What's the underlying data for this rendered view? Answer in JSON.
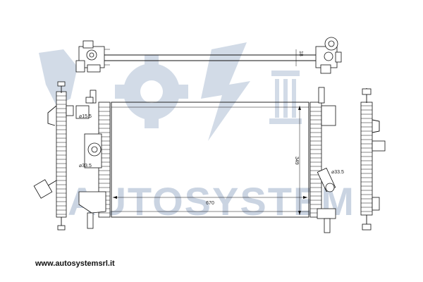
{
  "watermark": {
    "text": "AUTOSYSTEM",
    "color": "#b9c6d9"
  },
  "website": "www.autosystemsrl.it",
  "dimensions": {
    "width": "670",
    "height": "349",
    "top_gap": "18",
    "inlet_dia": "⌀15.5",
    "cap_dia": "⌀33.5",
    "outlet_dia": "⌀33.5"
  },
  "colors": {
    "line": "#111111",
    "watermark": "#b9c6d9"
  }
}
